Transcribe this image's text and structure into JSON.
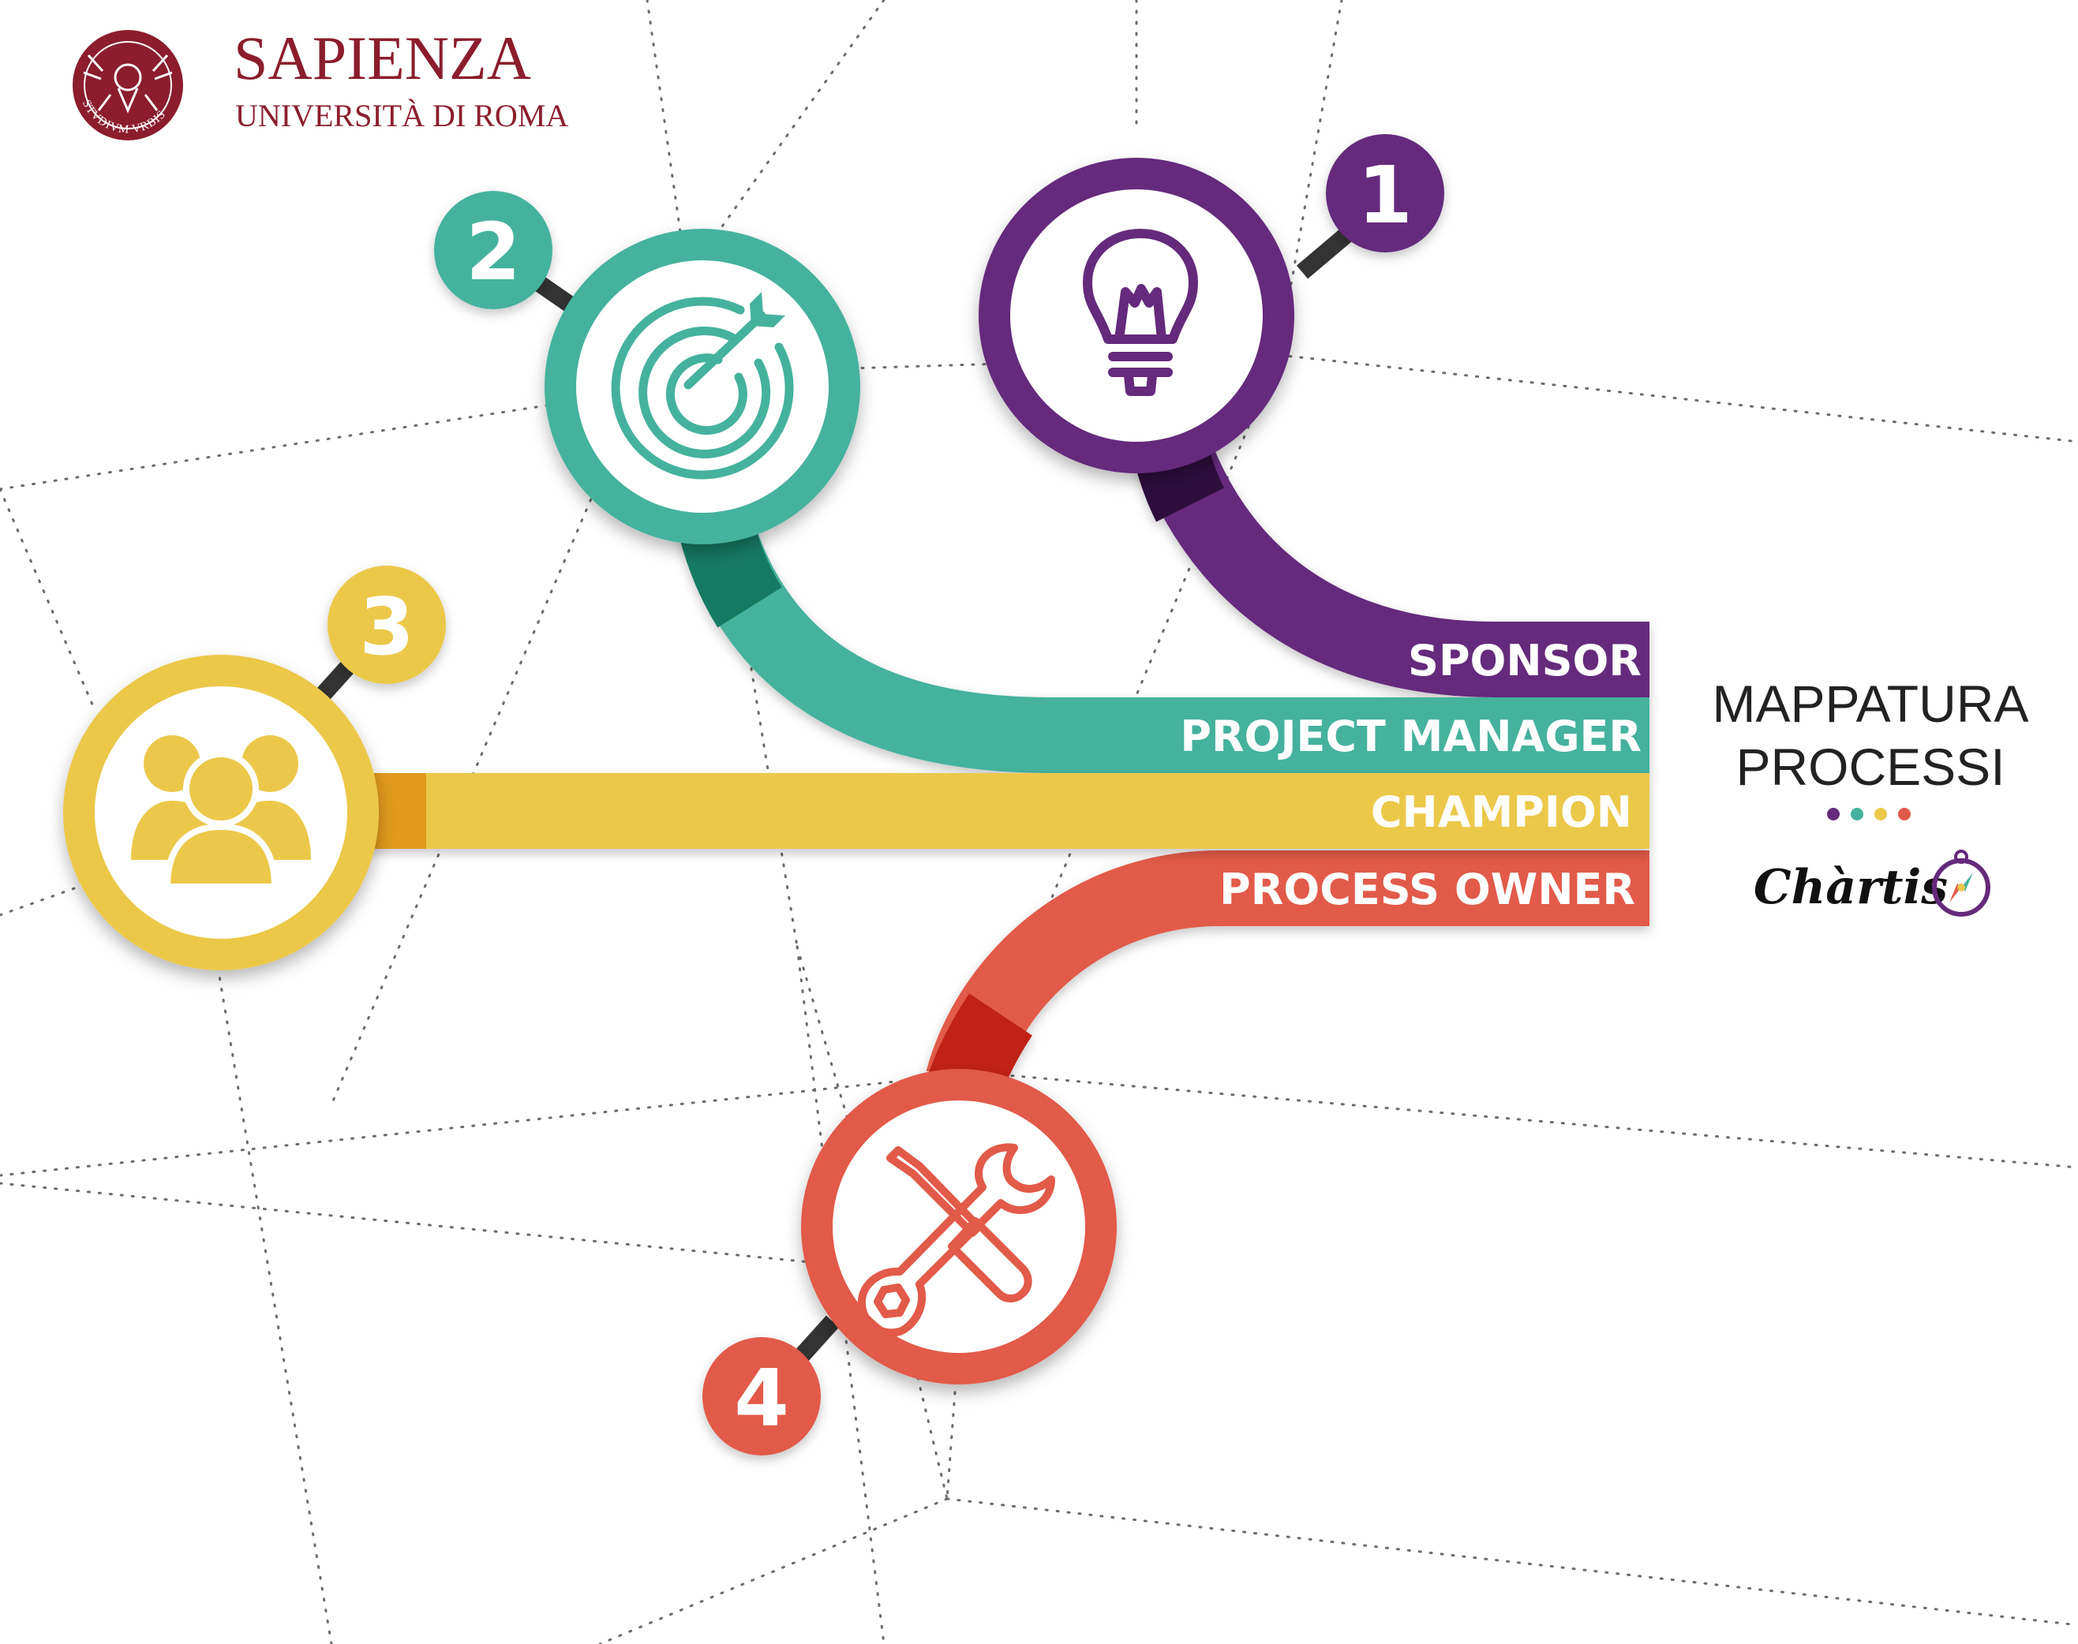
{
  "brand": {
    "name": "SAPIENZA",
    "subtitle": "UNIVERSITÀ DI ROMA",
    "seal_motto": "STVDIVM VRBIS",
    "color": "#8b1d2c"
  },
  "title": {
    "line1": "MAPPATURA",
    "line2": "PROCESSI",
    "dot_colors": [
      "#652a7b",
      "#45b29d",
      "#ecc84a",
      "#e25a49"
    ]
  },
  "product": {
    "name": "Chàrtis",
    "icon": "compass-icon"
  },
  "roles": [
    {
      "number": "1",
      "label": "SPONSOR",
      "icon": "lightbulb-icon",
      "color": "#652a7b",
      "dark": "#2e0c3e"
    },
    {
      "number": "2",
      "label": "PROJECT MANAGER",
      "icon": "target-icon",
      "color": "#45b29d",
      "dark": "#157a62"
    },
    {
      "number": "3",
      "label": "CHAMPION",
      "icon": "group-icon",
      "color": "#ecc84a",
      "dark": "#e09a1a"
    },
    {
      "number": "4",
      "label": "PROCESS OWNER",
      "icon": "tools-icon",
      "color": "#e25a49",
      "dark": "#c02416"
    }
  ]
}
